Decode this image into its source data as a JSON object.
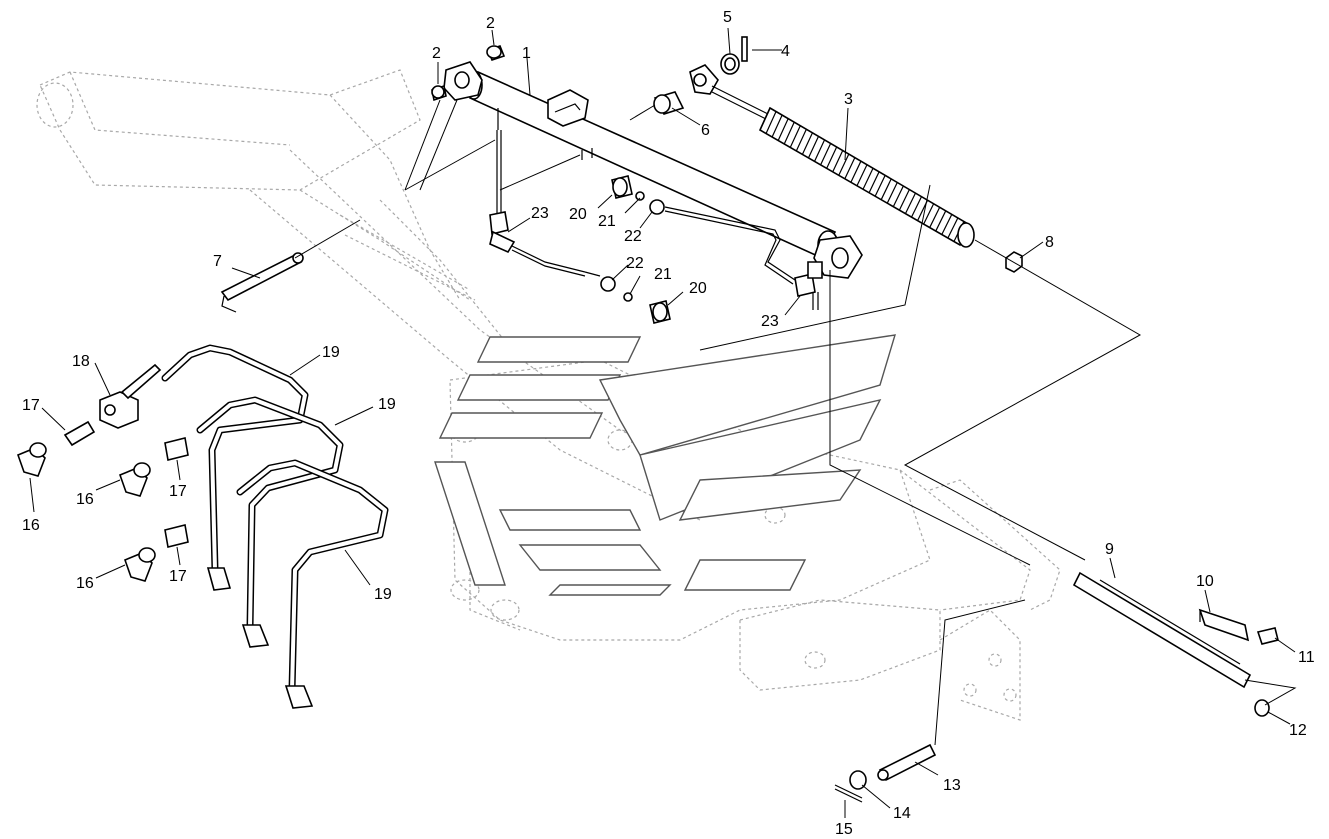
{
  "diagram": {
    "labels": {
      "n1": "1",
      "n2a": "2",
      "n2b": "2",
      "n3": "3",
      "n4": "4",
      "n5": "5",
      "n6": "6",
      "n7": "7",
      "n8": "8",
      "n9": "9",
      "n10": "10",
      "n11": "11",
      "n12": "12",
      "n13": "13",
      "n14": "14",
      "n15": "15",
      "n16a": "16",
      "n16b": "16",
      "n16c": "16",
      "n17a": "17",
      "n17b": "17",
      "n17c": "17",
      "n18": "18",
      "n19a": "19",
      "n19b": "19",
      "n19c": "19",
      "n20a": "20",
      "n20b": "20",
      "n21a": "21",
      "n21b": "21",
      "n22a": "22",
      "n22b": "22",
      "n23a": "23",
      "n23b": "23"
    }
  }
}
